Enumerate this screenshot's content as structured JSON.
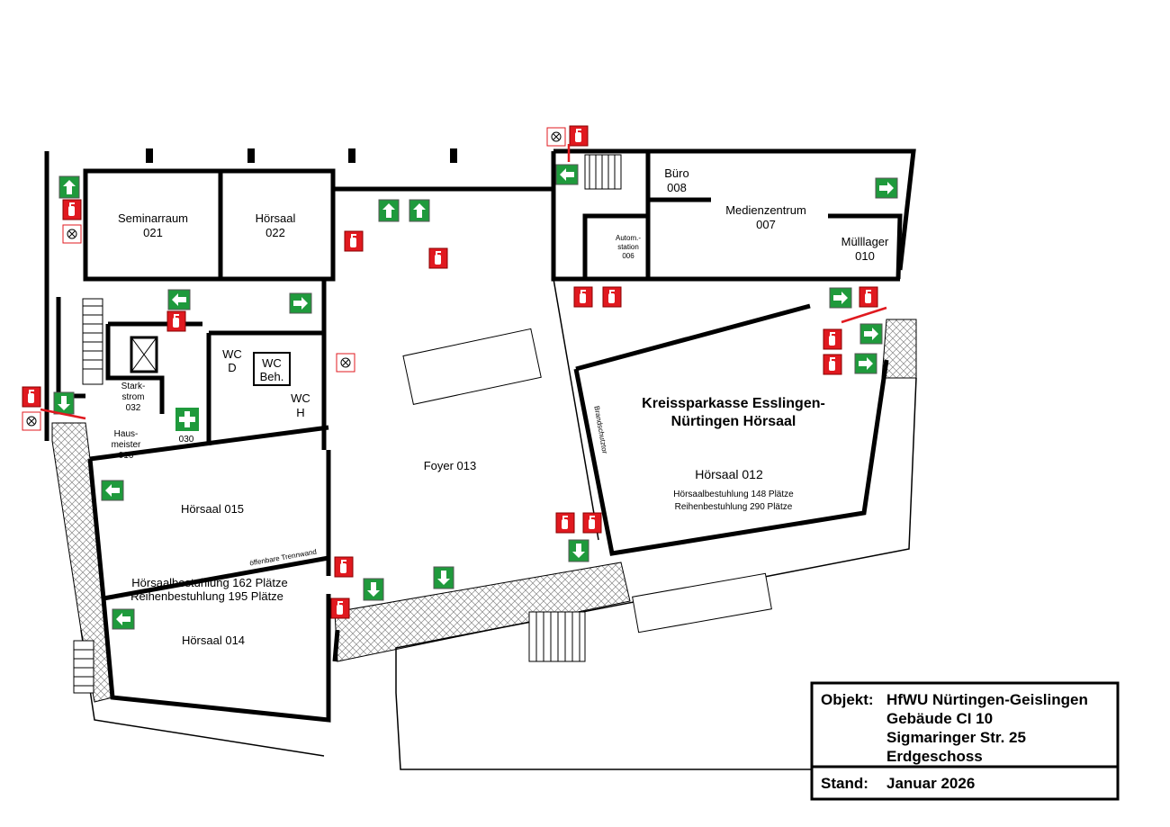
{
  "rooms": {
    "seminarraum": {
      "name": "Seminarraum",
      "number": "021"
    },
    "hoersaal_022": {
      "name": "Hörsaal",
      "number": "022"
    },
    "buero": {
      "name": "Büro",
      "number": "008"
    },
    "medienzentrum": {
      "name": "Medienzentrum",
      "number": "007"
    },
    "muelllager": {
      "name": "Mülllager",
      "number": "010"
    },
    "automstation": {
      "line1": "Autom.-",
      "line2": "station",
      "number": "006"
    },
    "starkstrom": {
      "line1": "Stark-",
      "line2": "strom",
      "number": "032"
    },
    "hausmeister": {
      "line1": "Haus-",
      "line2": "meister",
      "number": "016"
    },
    "room_030": {
      "number": "030"
    },
    "wc_d": {
      "line1": "WC",
      "line2": "D"
    },
    "wc_beh": {
      "line1": "WC",
      "line2": "Beh."
    },
    "wc_h": {
      "line1": "WC",
      "line2": "H"
    },
    "foyer": {
      "name": "Foyer 013"
    },
    "hoersaal_012": {
      "title_line1": "Kreissparkasse Esslingen-",
      "title_line2": "Nürtingen Hörsaal",
      "name": "Hörsaal 012",
      "seating1": "Hörsaalbestuhlung 148 Plätze",
      "seating2": "Reihenbestuhlung 290 Plätze"
    },
    "hoersaal_015": {
      "name": "Hörsaal 015"
    },
    "hoersaal_014": {
      "name": "Hörsaal 014"
    },
    "combined_seating": {
      "seating1": "Hörsaalbestuhlung 162 Plätze",
      "seating2": "Reihenbestuhlung 195 Plätze"
    },
    "partition_label": "öffenbare Trennwand",
    "fire_door_label": "Brandschutztor"
  },
  "legend": {
    "object_label": "Objekt:",
    "object_lines": [
      "HfWU Nürtingen-Geislingen",
      "Gebäude CI 10",
      "Sigmaringer Str. 25",
      "Erdgeschoss"
    ],
    "status_label": "Stand:",
    "status_value": "Januar 2026"
  },
  "colors": {
    "exit_green": "#1f9a3c",
    "fire_red": "#e0191f",
    "wall": "#000000"
  }
}
